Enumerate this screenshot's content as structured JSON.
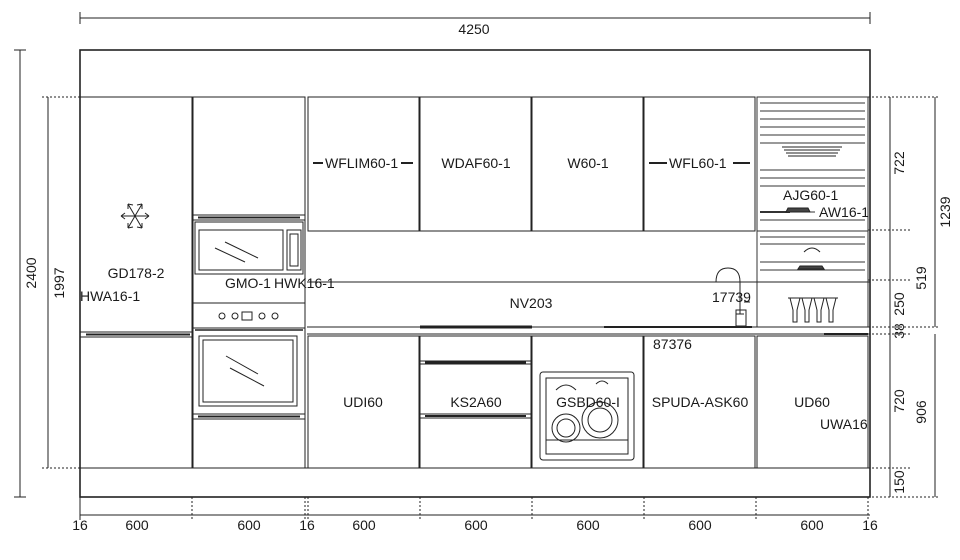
{
  "dimensions": {
    "overall_width": "4250",
    "overall_height": "2400",
    "tall_height": "1997",
    "upper_height": "722",
    "upper_total": "1239",
    "splash_height": "519",
    "splash_lower": "250",
    "worktop": "38",
    "base_height": "720",
    "base_total": "906",
    "plinth": "150",
    "bottom": [
      "16",
      "600",
      "600",
      "16",
      "600",
      "600",
      "600",
      "600",
      "600",
      "16"
    ]
  },
  "labels": {
    "fridge": "GD178-2",
    "fridge_handle": "HWA16-1",
    "microwave": "GMO-1",
    "oven_handle": "HWK16-1",
    "upper1": "WFLIM60-1",
    "upper2": "WDAF60-1",
    "upper3": "W60-1",
    "upper4": "WFL60-1",
    "open_shelf": "AJG60-1",
    "shelf_handle": "AW16-1",
    "worktop": "NV203",
    "tap": "17739",
    "sink": "87376",
    "base1": "UDI60",
    "base2": "KS2A60",
    "dishwasher": "GSBD60-I",
    "base4": "SPUDA-ASK60",
    "base5": "UD60",
    "base_handle": "UWA16"
  },
  "icons": {
    "snowflake": "snowflake-icon",
    "tap": "tap-icon",
    "glasses": "wine-glasses-icon",
    "plates": "plates-icon",
    "dishes": "dishes-icon"
  }
}
